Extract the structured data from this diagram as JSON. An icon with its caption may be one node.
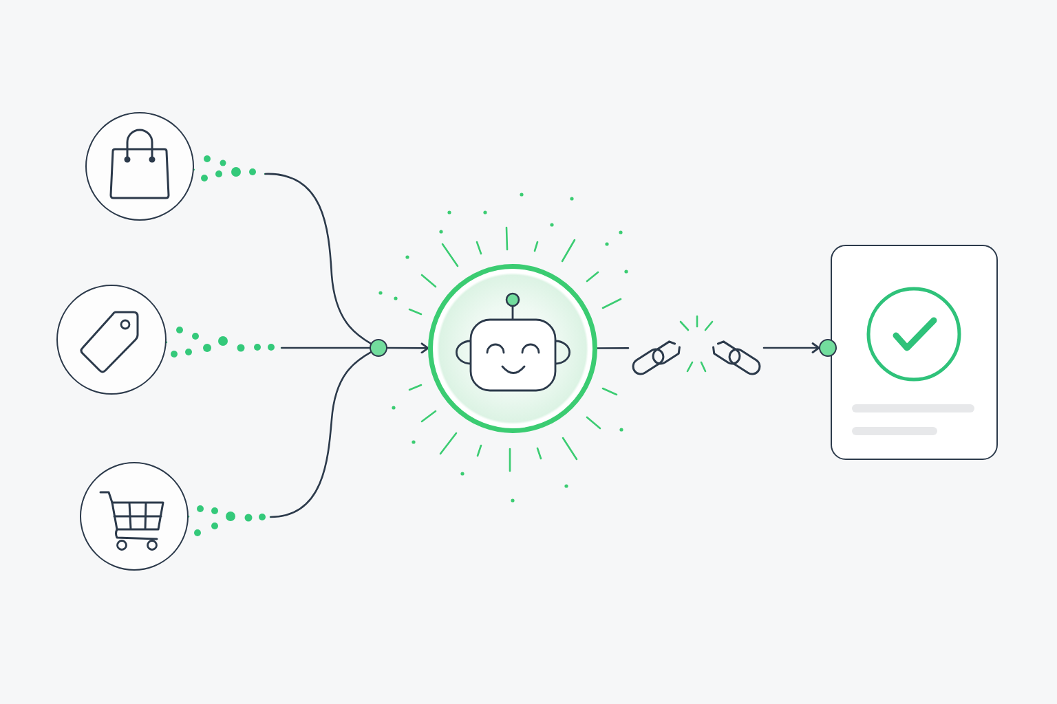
{
  "diagram": {
    "nodes": [
      {
        "text": [],
        "shape": "circle"
      },
      {
        "text": [],
        "shape": "circle"
      },
      {
        "text": [],
        "shape": "circle"
      },
      {
        "text": [],
        "shape": "circle"
      },
      {
        "text": [],
        "shape": "circle"
      },
      {
        "text": [],
        "shape": "picture"
      },
      {
        "text": [],
        "shape": "circle"
      },
      {
        "text": [],
        "shape": "box"
      }
    ],
    "edges": [
      {
        "from": 0,
        "to": 3,
        "arrow": "none",
        "style": "dashed"
      },
      {
        "from": 1,
        "to": 3,
        "arrow": "none",
        "style": "dashed"
      },
      {
        "from": 2,
        "to": 3,
        "arrow": "none",
        "style": "dashed"
      },
      {
        "from": 3,
        "to": 4,
        "arrow": "to"
      },
      {
        "from": 4,
        "to": 5,
        "arrow": "none"
      },
      {
        "from": 5,
        "to": 6,
        "arrow": "to"
      }
    ]
  }
}
